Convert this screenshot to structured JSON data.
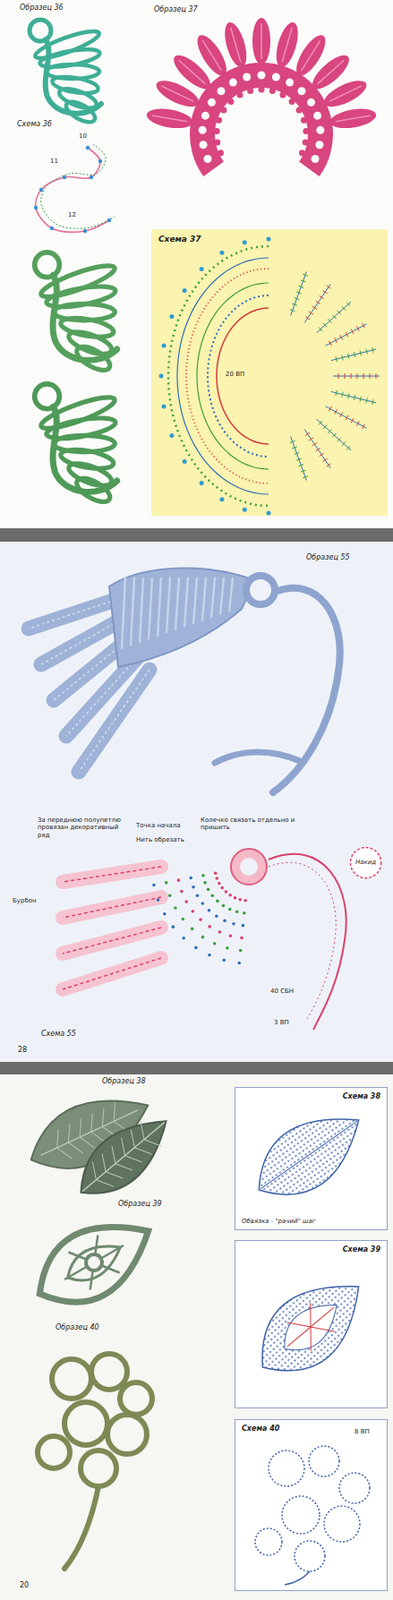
{
  "diagram": {
    "nodes": [
      {
        "text": [
          "Схема 37"
        ]
      },
      {
        "text": [
          "Накид"
        ]
      },
      {
        "text": [
          "Схема 38",
          "Обвязка - \"рачий\" шаг"
        ]
      },
      {
        "text": [
          "Схема 39"
        ]
      },
      {
        "text": [
          "Схема 40"
        ]
      }
    ],
    "labels": [
      "Образец 36",
      "Схема 36",
      "10",
      "11",
      "12",
      "Образец 37",
      "20 ВП",
      "Образец 55",
      "За переднюю полупетлю провязан декоративный ряд",
      "Точка начала",
      "Нить обрезать",
      "Колечко связать отдельно и пришить",
      "Бурбон",
      "40 СБН",
      "3 ВП",
      "Схема 55",
      "28",
      "Образец 38",
      "Образец 39",
      "Образец 40",
      "8 ВП",
      "20"
    ]
  }
}
